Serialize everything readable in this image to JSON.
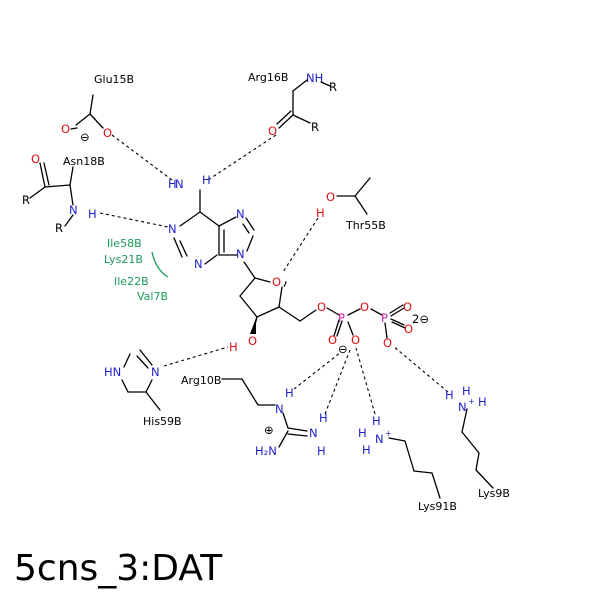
{
  "title": "5cns_3:DAT",
  "colors": {
    "carbon": "#000000",
    "nitrogen": "#2222cc",
    "oxygen": "#dd1111",
    "phosphorus": "#cc22aa",
    "hydrophobic": "#1a9a5a"
  },
  "residues": {
    "glu15b": "Glu15B",
    "arg16b": "Arg16B",
    "asn18b": "Asn18B",
    "thr55b": "Thr55B",
    "his59b": "His59B",
    "arg10b": "Arg10B",
    "lys91b": "Lys91B",
    "lys9b": "Lys9B"
  },
  "hydrophobic_contacts": [
    "Ile58B",
    "Lys21B",
    "Ile22B",
    "Val7B"
  ],
  "atoms": {
    "o": "O",
    "n": "N",
    "h": "H",
    "p": "P",
    "r": "R",
    "nh": "NH",
    "hn": "HN",
    "h2n": "H₂N",
    "plus": "+",
    "minus": "⊖",
    "plus_circle": "⊕",
    "dianion": "2⊖"
  }
}
